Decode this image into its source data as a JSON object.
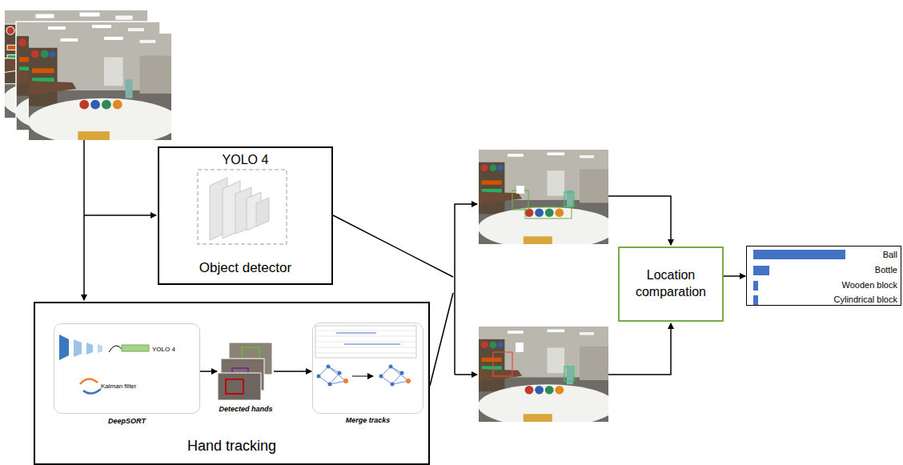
{
  "diagram": {
    "nodes": [
      {
        "text": [
          "YOLO 4",
          "Object detector"
        ]
      },
      {
        "text": [
          "Hand tracking"
        ]
      },
      {
        "text": [
          "YOLO 4",
          "Kalman filter",
          "DeepSORT"
        ],
        "in": 1
      },
      {
        "text": [
          "Detected hands"
        ],
        "in": 1
      },
      {
        "text": [
          "Merge tracks"
        ],
        "in": 1
      },
      {
        "text": [
          "Location comparation"
        ]
      },
      {
        "text": [
          "Ball",
          "Bottle",
          "Wooden block",
          "Cylindrical block"
        ]
      }
    ],
    "edges": [
      {
        "from": 2,
        "to": 3,
        "arrow": "to"
      },
      {
        "from": 3,
        "to": 4,
        "arrow": "to"
      },
      {
        "from": 5,
        "to": 6,
        "arrow": "to"
      }
    ]
  }
}
